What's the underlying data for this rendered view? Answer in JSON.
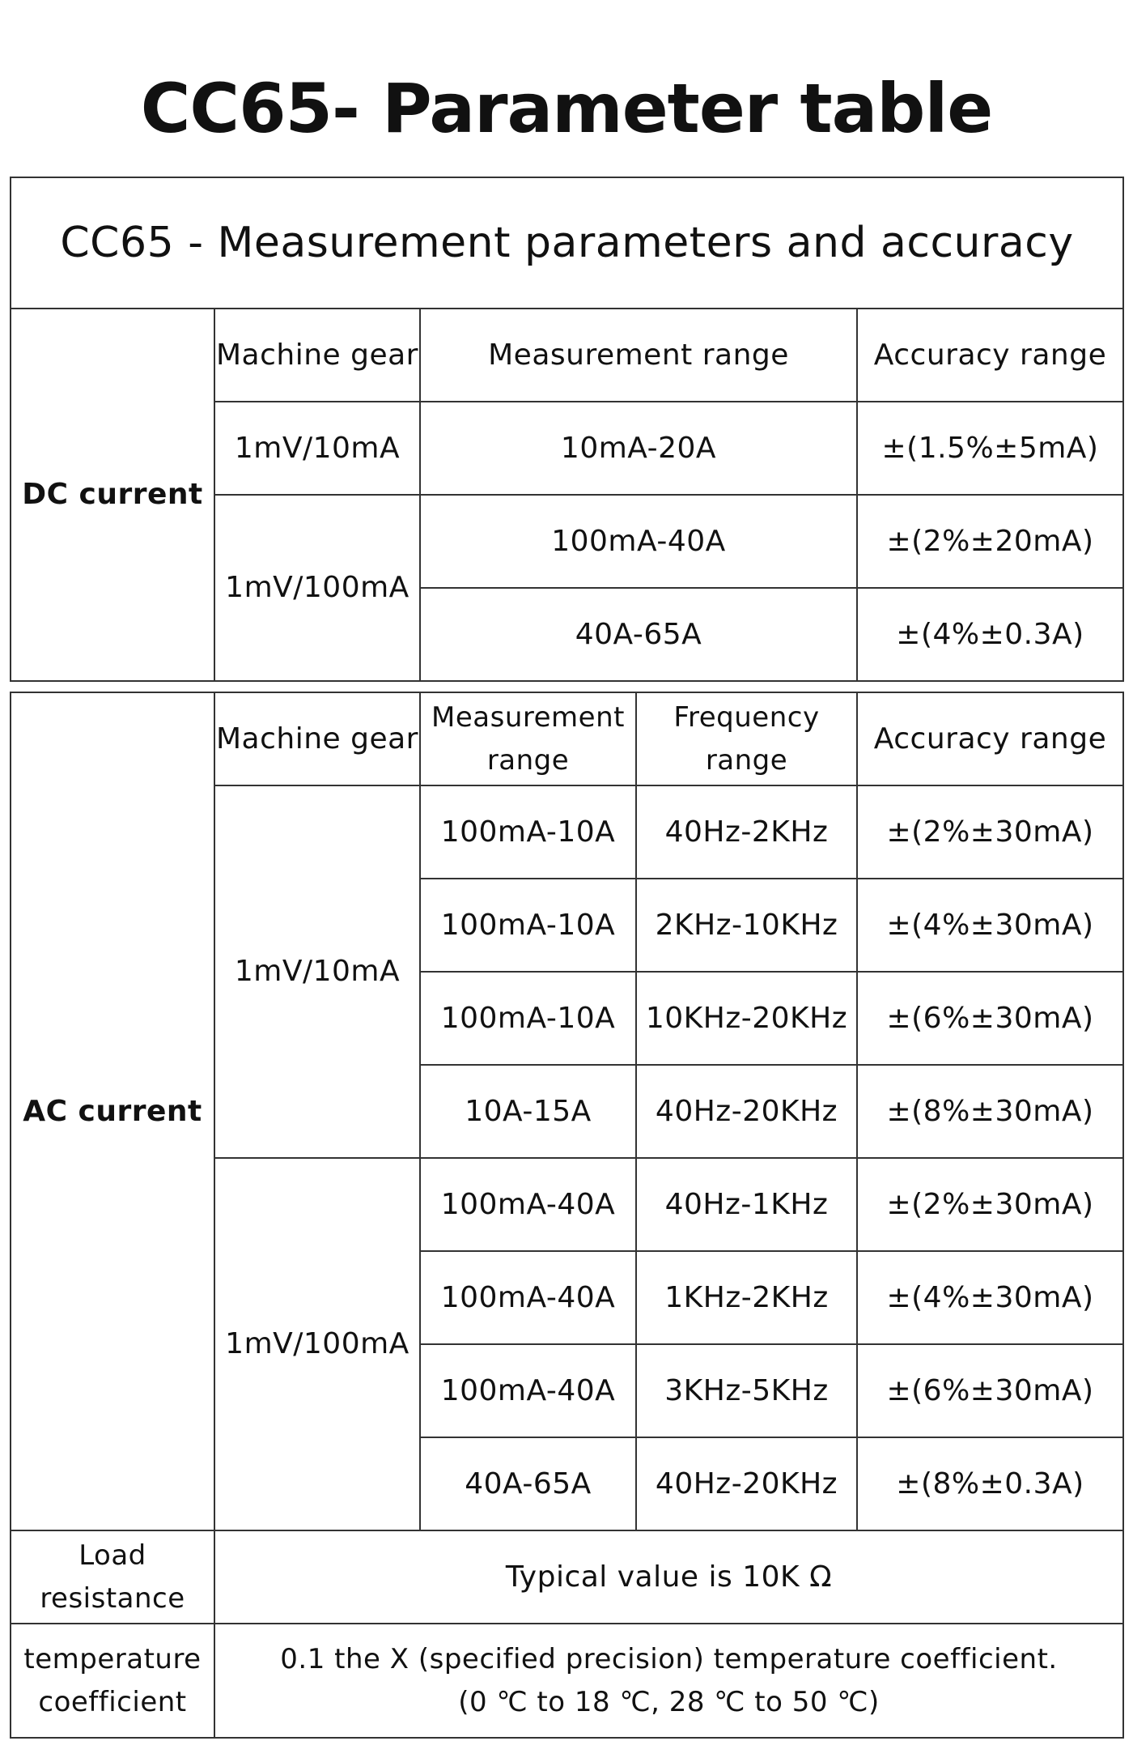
{
  "page_title": "CC65- Parameter table",
  "table_caption": "CC65 - Measurement parameters and accuracy",
  "dc": {
    "category": "DC current",
    "headers": {
      "gear": "Machine gear",
      "range": "Measurement range",
      "accuracy": "Accuracy range"
    },
    "groups": [
      {
        "gear": "1mV/10mA",
        "rows": [
          {
            "range": "10mA-20A",
            "accuracy": "±(1.5%±5mA)"
          }
        ]
      },
      {
        "gear": "1mV/100mA",
        "rows": [
          {
            "range": "100mA-40A",
            "accuracy": "±(2%±20mA)"
          },
          {
            "range": "40A-65A",
            "accuracy": "±(4%±0.3A)"
          }
        ]
      }
    ]
  },
  "ac": {
    "category": "AC current",
    "headers": {
      "gear": "Machine gear",
      "range_1": "Measurement",
      "range_2": "range",
      "freq_1": "Frequency",
      "freq_2": "range",
      "accuracy": "Accuracy range"
    },
    "groups": [
      {
        "gear": "1mV/10mA",
        "rows": [
          {
            "range": "100mA-10A",
            "freq": "40Hz-2KHz",
            "accuracy": "±(2%±30mA)"
          },
          {
            "range": "100mA-10A",
            "freq": "2KHz-10KHz",
            "accuracy": "±(4%±30mA)"
          },
          {
            "range": "100mA-10A",
            "freq": "10KHz-20KHz",
            "accuracy": "±(6%±30mA)"
          },
          {
            "range": "10A-15A",
            "freq": "40Hz-20KHz",
            "accuracy": "±(8%±30mA)"
          }
        ]
      },
      {
        "gear": "1mV/100mA",
        "rows": [
          {
            "range": "100mA-40A",
            "freq": "40Hz-1KHz",
            "accuracy": "±(2%±30mA)"
          },
          {
            "range": "100mA-40A",
            "freq": "1KHz-2KHz",
            "accuracy": "±(4%±30mA)"
          },
          {
            "range": "100mA-40A",
            "freq": "3KHz-5KHz",
            "accuracy": "±(6%±30mA)"
          },
          {
            "range": "40A-65A",
            "freq": "40Hz-20KHz",
            "accuracy": "±(8%±0.3A)"
          }
        ]
      }
    ]
  },
  "load": {
    "label_1": "Load",
    "label_2": "resistance",
    "value": "Typical value is 10K Ω"
  },
  "temperature": {
    "label_1": "temperature",
    "label_2": "coefficient",
    "line_1": "0.1 the X (specified precision) temperature coefficient.",
    "line_2": "(0 ℃ to 18 ℃,  28 ℃ to 50 ℃)"
  }
}
